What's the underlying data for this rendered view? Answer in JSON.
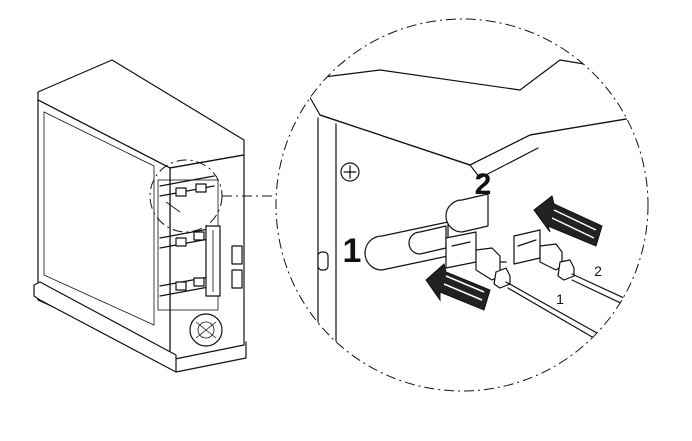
{
  "callouts": {
    "big_1": "1",
    "big_2": "2",
    "wire_1": "1",
    "wire_2": "2"
  },
  "colors": {
    "line": "#111111",
    "arrow_fill": "#222222",
    "background": "#ffffff"
  }
}
